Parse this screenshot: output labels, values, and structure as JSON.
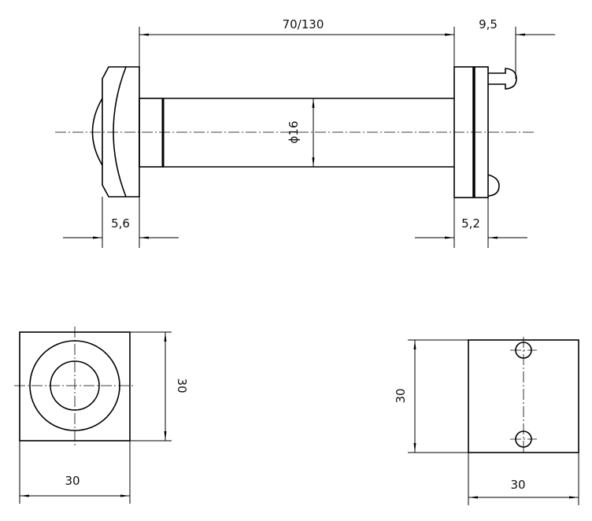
{
  "title": "Door viewer technical drawing",
  "dimensions": {
    "overall_length": "70/130",
    "pin_offset": "9,5",
    "diameter": "ϕ16",
    "front_flange": "5,6",
    "rear_flange": "5,2",
    "front_height": "30",
    "front_width": "30",
    "rear_height": "30",
    "rear_width": "30"
  },
  "colors": {
    "line": "#000000",
    "background": "#ffffff"
  }
}
